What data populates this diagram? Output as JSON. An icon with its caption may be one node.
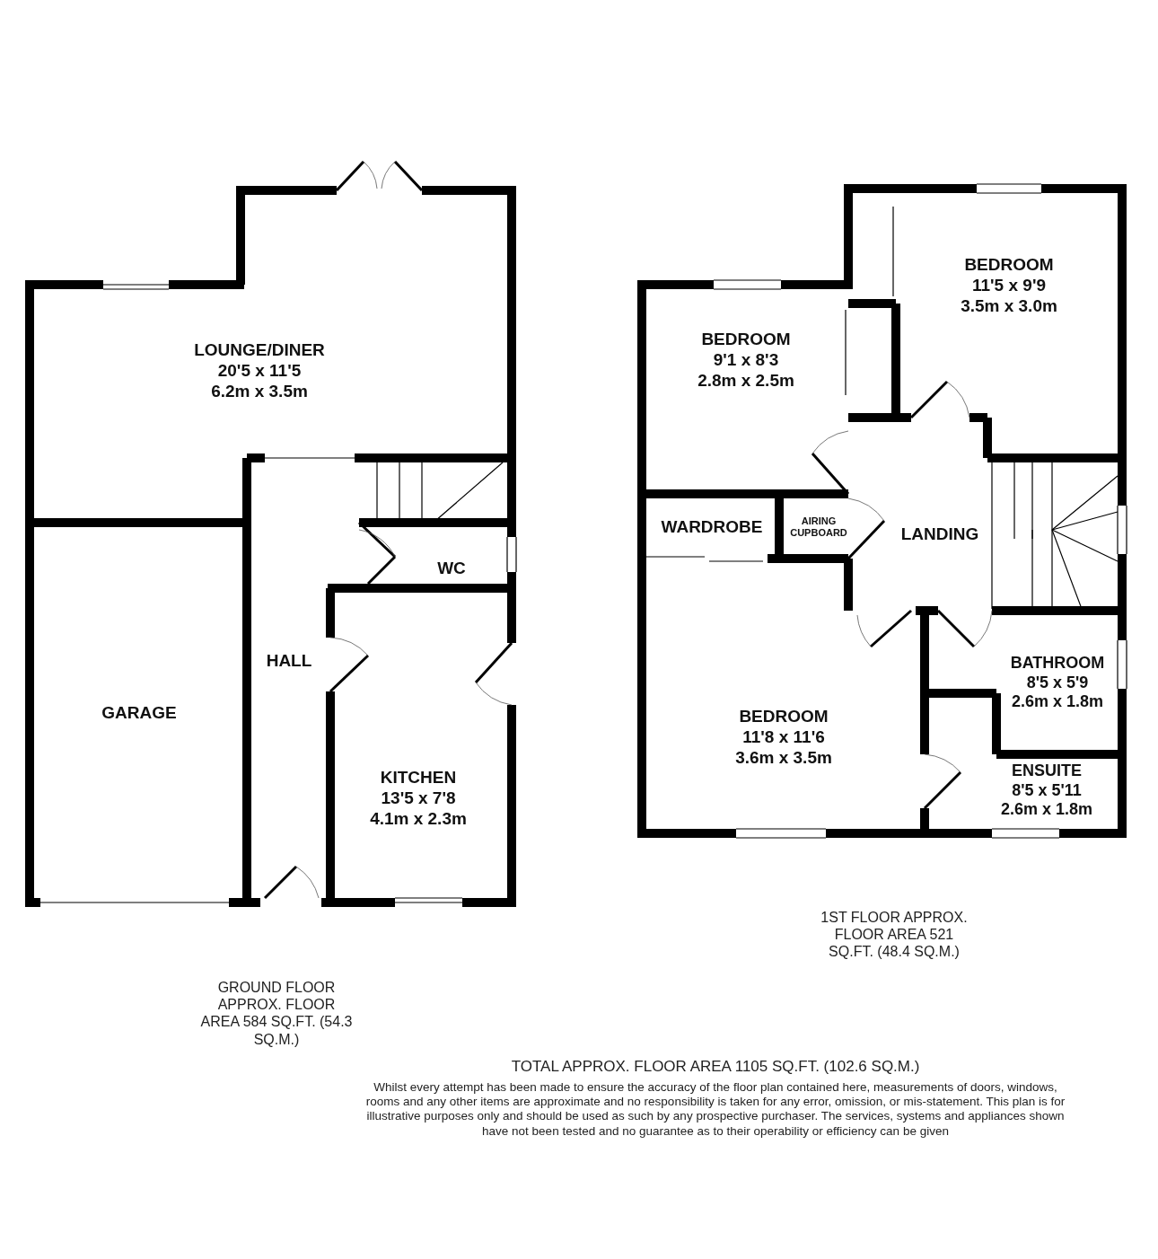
{
  "diagram": {
    "nodes": [
      {
        "text": [
          "LOUNGE/DINER",
          "20'5 x 11'5",
          "6.2m x 3.5m"
        ]
      },
      {
        "text": [
          "GARAGE"
        ]
      },
      {
        "text": [
          "HALL"
        ]
      },
      {
        "text": [
          "WC"
        ]
      },
      {
        "text": [
          "KITCHEN",
          "13'5 x 7'8",
          "4.1m x 2.3m"
        ]
      },
      {
        "text": [
          "BEDROOM",
          "11'5 x 9'9",
          "3.5m x 3.0m"
        ]
      },
      {
        "text": [
          "BEDROOM",
          "9'1 x 8'3",
          "2.8m x 2.5m"
        ]
      },
      {
        "text": [
          "WARDROBE"
        ]
      },
      {
        "text": [
          "AIRING CUPBOARD"
        ]
      },
      {
        "text": [
          "LANDING"
        ]
      },
      {
        "text": [
          "BATHROOM",
          "8'5 x 5'9",
          "2.6m x 1.8m"
        ]
      },
      {
        "text": [
          "BEDROOM",
          "11'8 x 11'6",
          "3.6m x 3.5m"
        ]
      },
      {
        "text": [
          "ENSUITE",
          "8'5 x 5'11",
          "2.6m x 1.8m"
        ]
      }
    ],
    "labels": [
      "1ST FLOOR APPROX. FLOOR AREA 521 SQ.FT. (48.4 SQ.M.)",
      "GROUND FLOOR APPROX. FLOOR AREA 584 SQ.FT. (54.3 SQ.M.)",
      "TOTAL APPROX. FLOOR AREA 1105 SQ.FT. (102.6 SQ.M.)",
      "Whilst every attempt has been made to ensure the accuracy of the floor plan contained here, measurements of doors, windows, rooms and any other items are approximate and no responsibility is taken for any error, omission, or mis-statement. This plan is for illustrative purposes only and should be used as such by any prospective purchaser. The services, systems and appliances shown have not been tested and no guarantee as to their operability or efficiency can be given"
    ]
  }
}
